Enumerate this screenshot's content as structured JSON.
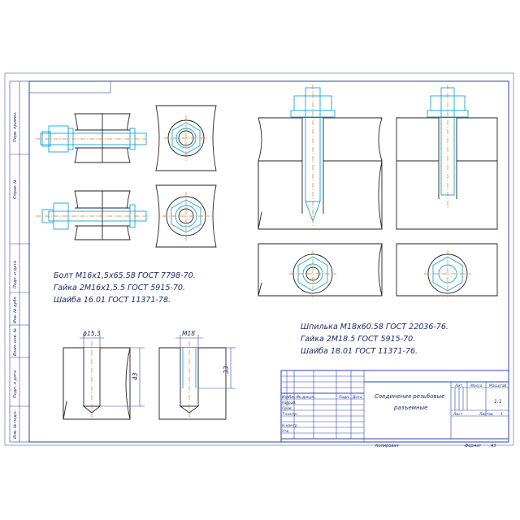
{
  "notes": {
    "bolt_set": [
      "Болт М16х1,5х65.58 ГОСТ 7798-70.",
      "Гайка 2М16х1,5.5 ГОСТ 5915-70.",
      "Шайба 16.01 ГОСТ 11371-78."
    ],
    "stud_set": [
      "Шпилька М18х60.58 ГОСТ 22036-76.",
      "Гайка 2М18.5 ГОСТ 5915-70.",
      "Шайба 18.01 ГОСТ 11371-76."
    ]
  },
  "dimensions": {
    "hole_diameter": "ϕ15,3",
    "hole_depth": "43",
    "thread_size": "М18",
    "thread_depth": "33"
  },
  "side_stamp": [
    "Перв. примен.",
    "Справ. №",
    "Подп. и дата",
    "Инв. № дубл.",
    "Взам. инв. №",
    "Подп. и дата",
    "Инв. № подл."
  ],
  "title_block": {
    "title_line1": "Соединения резьбовые",
    "title_line2": "разъемные",
    "col_labels": [
      "Изм",
      "Лист",
      "№ докум.",
      "Подп.",
      "Дата"
    ],
    "row_labels": [
      "Разраб.",
      "Пров.",
      "Т.контр.",
      "",
      "Н.контр.",
      "Утв."
    ],
    "lit_label": "Лит.",
    "mass_label": "Масса",
    "scale_label": "Масштаб",
    "scale_value": "1:1",
    "sheet_label": "Лист",
    "sheets_label": "Листов",
    "sheets_value": "1",
    "copied_label": "Копировал",
    "format_label": "Формат",
    "format_value": "А3"
  }
}
